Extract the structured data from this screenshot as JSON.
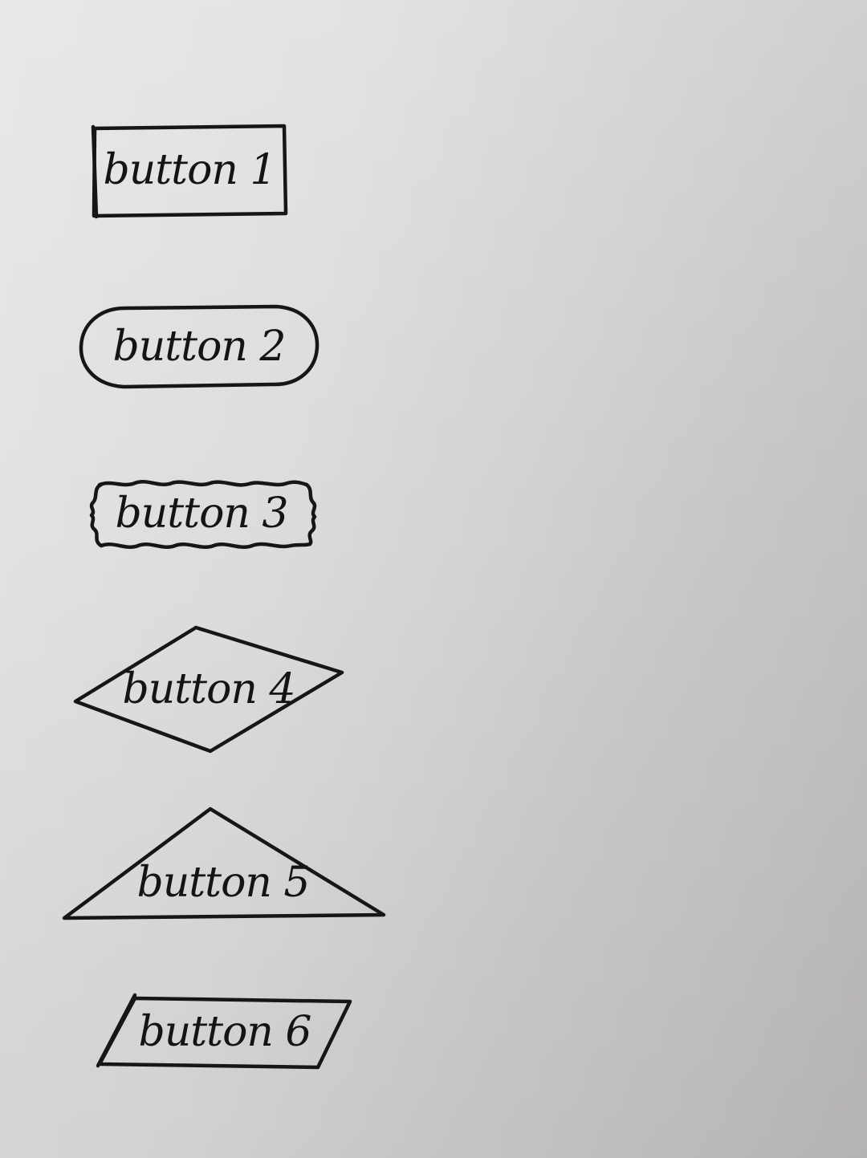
{
  "buttons": [
    {
      "label": "button 1",
      "shape": "rectangle"
    },
    {
      "label": "button 2",
      "shape": "rounded-pill"
    },
    {
      "label": "button 3",
      "shape": "wavy-braces"
    },
    {
      "label": "button 4",
      "shape": "diamond"
    },
    {
      "label": "button 5",
      "shape": "triangle"
    },
    {
      "label": "button 6",
      "shape": "parallelogram"
    }
  ],
  "colors": {
    "ink": "#161616",
    "paper": "#dcdcde"
  }
}
